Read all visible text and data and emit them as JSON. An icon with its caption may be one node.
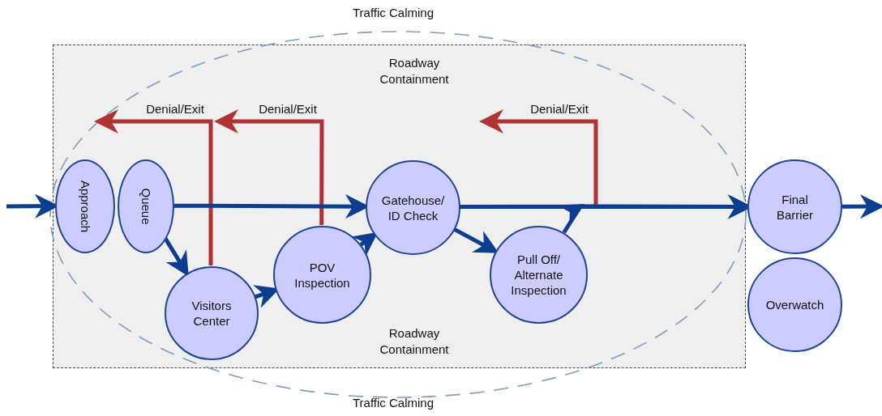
{
  "diagram": {
    "nodes": [
      {
        "text": [
          "Roadway Containment",
          "Roadway Containment"
        ]
      },
      {
        "text": [
          "Approach"
        ],
        "in": 0
      },
      {
        "text": [
          "Queue"
        ],
        "in": 0
      },
      {
        "text": [
          "Visitors Center"
        ],
        "in": 0
      },
      {
        "text": [
          "POV Inspection"
        ],
        "in": 0
      },
      {
        "text": [
          "Gatehouse/ ID Check"
        ],
        "in": 0
      },
      {
        "text": [
          "Pull Off/ Alternate Inspection"
        ],
        "in": 0
      },
      {
        "text": [
          "Final Barrier"
        ]
      },
      {
        "text": [
          "Overwatch"
        ]
      }
    ],
    "edges": [
      {
        "from": null,
        "to": 1,
        "arrow": "to"
      },
      {
        "from": 2,
        "to": 5,
        "arrow": "to"
      },
      {
        "from": 2,
        "to": 3,
        "arrow": "to"
      },
      {
        "from": 3,
        "to": 4,
        "arrow": "to"
      },
      {
        "from": 4,
        "to": 5,
        "arrow": "to"
      },
      {
        "from": 5,
        "to": 6,
        "arrow": "to"
      },
      {
        "from": 5,
        "to": 7,
        "arrow": "to"
      },
      {
        "from": 6,
        "to": 7,
        "arrow": "to"
      },
      {
        "from": 3,
        "to": null,
        "arrow": "to",
        "label": "Denial/Exit",
        "color": "#b03232"
      },
      {
        "from": 4,
        "to": null,
        "arrow": "to",
        "label": "Denial/Exit",
        "color": "#b03232"
      },
      {
        "from": 5,
        "to": null,
        "arrow": "to",
        "label": "Denial/Exit",
        "color": "#b03232"
      },
      {
        "from": 7,
        "to": null,
        "arrow": "to"
      }
    ],
    "labels": [
      "Traffic Calming",
      "Traffic Calming"
    ]
  }
}
